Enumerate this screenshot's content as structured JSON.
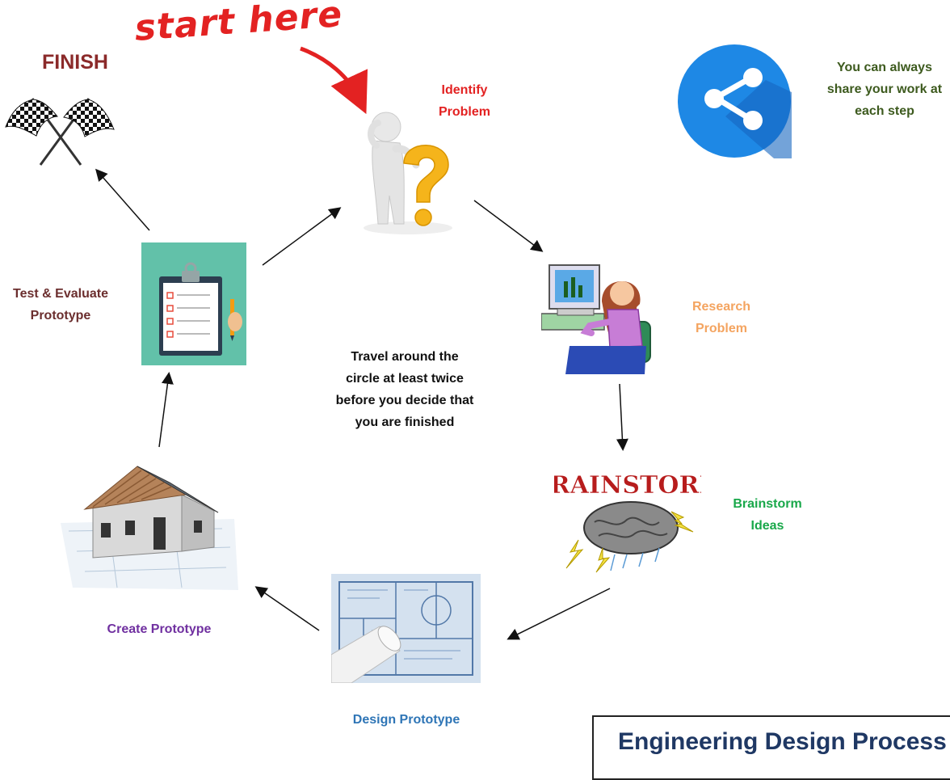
{
  "start_label": "start here",
  "finish_label": "FINISH",
  "steps": [
    {
      "label": "Identify\nProblem",
      "color": "#e32222"
    },
    {
      "label": "Research\nProblem",
      "color": "#f4a460"
    },
    {
      "label": "Brainstorm\nIdeas",
      "color": "#19a84a"
    },
    {
      "label": "Design Prototype",
      "color": "#2e75b6"
    },
    {
      "label": "Create Prototype",
      "color": "#7030a0"
    },
    {
      "label": "Test & Evaluate\nPrototype",
      "color": "#6b2e2e"
    }
  ],
  "center_note": "Travel around the\ncircle at least twice\nbefore you decide that\nyou are finished",
  "share_note": "You can always\nshare your work at\neach step",
  "brainstorm_sign": "BRAINSTORM",
  "title": "Engineering Design Process",
  "colors": {
    "finish": "#8b2a2a",
    "share_note": "#3d5a1e",
    "share_icon": "#1e88e5",
    "title": "#1f3864"
  }
}
